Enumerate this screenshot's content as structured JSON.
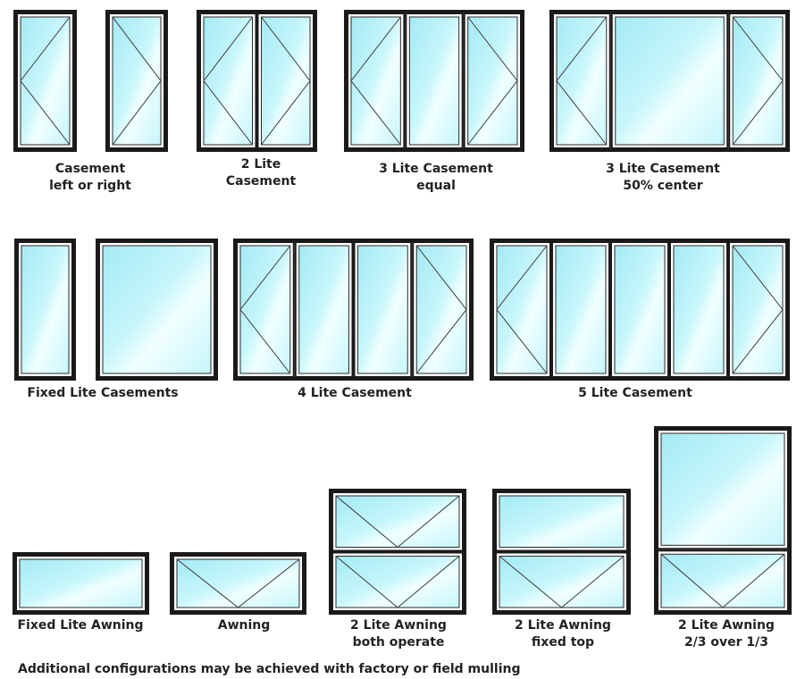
{
  "colors": {
    "frame": "#1a1a1a",
    "gap": "#ffffff",
    "sash": "#ffffff",
    "sash_line": "#2a2a2a",
    "glass_light": "#f1ffff",
    "glass_mid": "#c6f6fb",
    "glass_dark": "#a4eaf4",
    "swing_line": "#3a3a3a"
  },
  "configurations": [
    {
      "id": "casement-left-or-right",
      "caption": [
        "Casement",
        "left or right"
      ]
    },
    {
      "id": "two-lite-casement",
      "caption": [
        "2 Lite",
        "Casement"
      ]
    },
    {
      "id": "three-lite-casement-equal",
      "caption": [
        "3 Lite Casement",
        "equal"
      ]
    },
    {
      "id": "three-lite-casement-50-center",
      "caption": [
        "3 Lite Casement",
        "50% center"
      ]
    },
    {
      "id": "fixed-lite-casements",
      "caption": [
        "Fixed Lite Casements"
      ]
    },
    {
      "id": "four-lite-casement",
      "caption": [
        "4 Lite Casement"
      ]
    },
    {
      "id": "five-lite-casement",
      "caption": [
        "5 Lite Casement"
      ]
    },
    {
      "id": "fixed-lite-awning",
      "caption": [
        "Fixed Lite Awning"
      ]
    },
    {
      "id": "awning",
      "caption": [
        "Awning"
      ]
    },
    {
      "id": "two-lite-awning-both-operate",
      "caption": [
        "2 Lite Awning",
        "both operate"
      ]
    },
    {
      "id": "two-lite-awning-fixed-top",
      "caption": [
        "2 Lite Awning",
        "fixed top"
      ]
    },
    {
      "id": "two-lite-awning-two-thirds-over-one-third",
      "caption": [
        "2 Lite Awning",
        "2/3 over 1/3"
      ]
    }
  ],
  "footnote": "Additional configurations may be achieved with factory or field mulling"
}
